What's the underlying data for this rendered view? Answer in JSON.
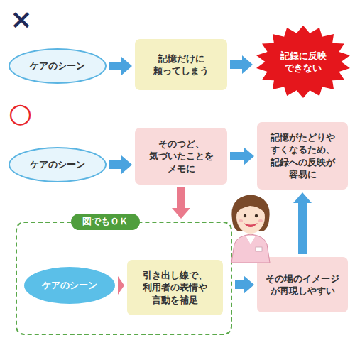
{
  "diagram": {
    "nodes": [
      {
        "text": [
          "ケアのシーン"
        ]
      },
      {
        "text": [
          "記憶だけに 頼ってしまう"
        ]
      },
      {
        "text": [
          "記録に反映 できない"
        ]
      },
      {
        "text": [
          "ケアのシーン"
        ]
      },
      {
        "text": [
          "そのつど、 気づいたことを メモに"
        ]
      },
      {
        "text": [
          "記憶がたどりや すくなるため、 記録への反映が 容易に"
        ]
      },
      {
        "text": [
          "図でもＯＫ"
        ]
      },
      {
        "text": [
          "ケアのシーン"
        ],
        "in": 6
      },
      {
        "text": [
          "引き出し線で、 利用者の表情や 言動を補足"
        ],
        "in": 6
      },
      {
        "text": [
          "その場のイメージ が再現しやすい"
        ]
      }
    ],
    "edges": [
      {
        "from": 0,
        "to": 1,
        "arrow": "to"
      },
      {
        "from": 1,
        "to": 2,
        "arrow": "to"
      },
      {
        "from": 3,
        "to": 4,
        "arrow": "to"
      },
      {
        "from": 4,
        "to": 5,
        "arrow": "to"
      },
      {
        "from": 4,
        "to": 6,
        "arrow": "to"
      },
      {
        "from": 7,
        "to": 8,
        "arrow": "to"
      },
      {
        "from": 6,
        "to": 9,
        "arrow": "to"
      },
      {
        "from": 9,
        "to": 5,
        "arrow": "to"
      }
    ],
    "labels": [
      "×",
      "○"
    ]
  }
}
